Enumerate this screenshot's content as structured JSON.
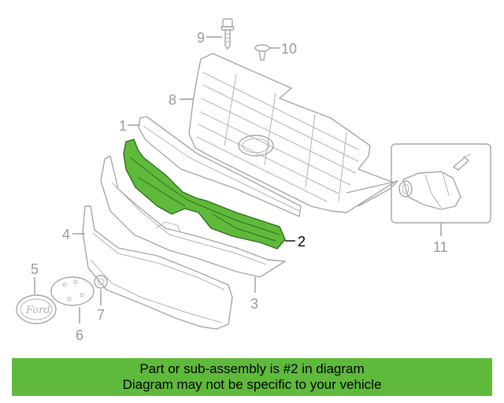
{
  "callouts": {
    "c1": "1",
    "c2": "2",
    "c3": "3",
    "c4": "4",
    "c5": "5",
    "c6": "6",
    "c7": "7",
    "c8": "8",
    "c9": "9",
    "c10": "10",
    "c11": "11"
  },
  "emblem": {
    "brand": "Ford"
  },
  "banner": {
    "line1": "Part or sub-assembly is #2 in diagram",
    "line2": "Diagram may not be specific to your vehicle"
  },
  "colors": {
    "highlight_fill": "#5fba3c",
    "highlight_stroke": "#2d6e16",
    "banner_bg": "#5fba3c",
    "line_gray": "#a6a6a6"
  }
}
